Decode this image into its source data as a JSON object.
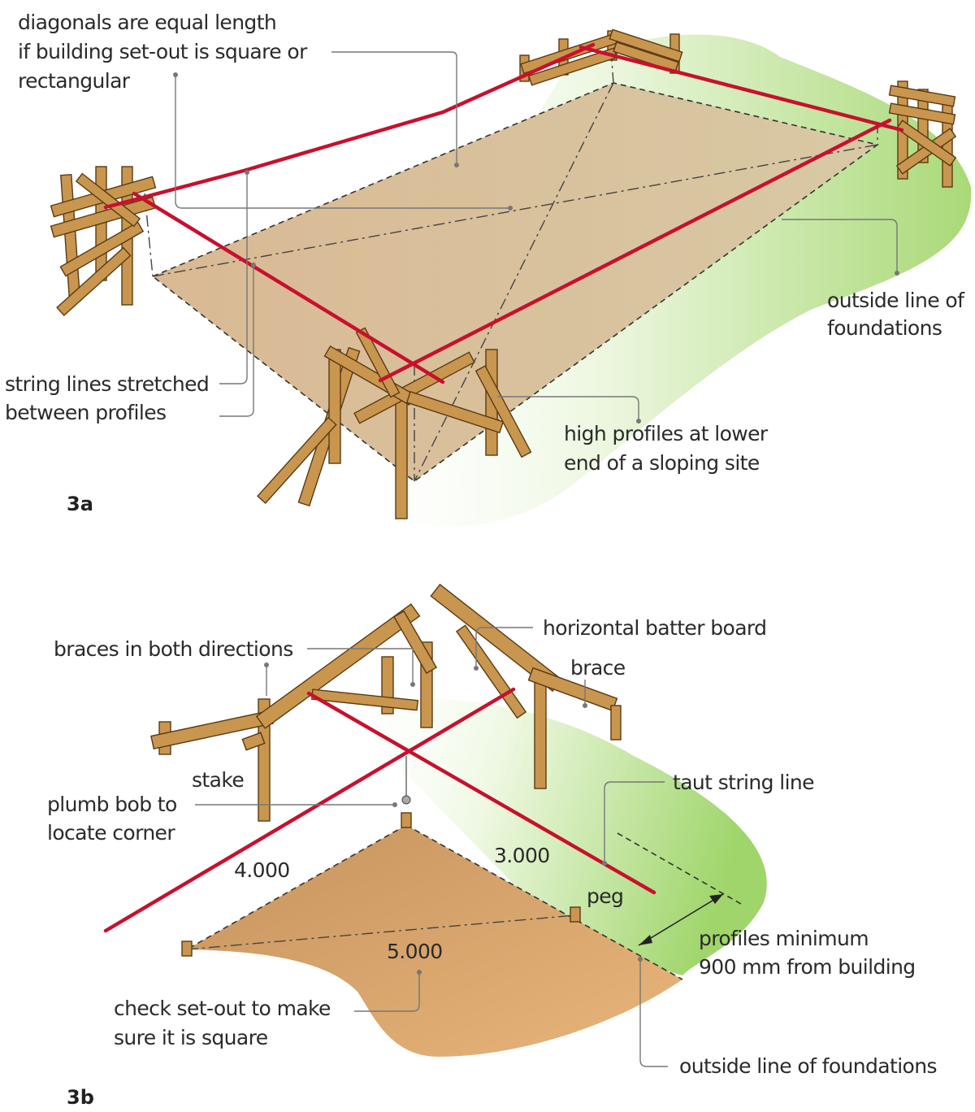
{
  "figure_3a": {
    "tag": "3a",
    "labels": {
      "diagonals": [
        "diagonals are equal length",
        "if building set-out is square or",
        "rectangular"
      ],
      "outside_line": [
        "outside line of",
        "foundations"
      ],
      "string_lines": [
        "string lines stretched",
        "between profiles"
      ],
      "high_profiles": [
        "high profiles at lower",
        "end of a sloping site"
      ]
    }
  },
  "figure_3b": {
    "tag": "3b",
    "labels": {
      "horizontal_batter_board": "horizontal batter board",
      "braces_both": "braces in both directions",
      "brace": "brace",
      "stake": "stake",
      "plumb_bob": [
        "plumb bob to",
        "locate corner"
      ],
      "taut_string": "taut string line",
      "peg": "peg",
      "profiles_minimum": [
        "profiles minimum",
        "900 mm from building"
      ],
      "check_setout": [
        "check set-out to make",
        "sure it is square"
      ],
      "outside_line": "outside line of foundations"
    },
    "dimensions": {
      "side_a": "4.000",
      "side_b": "3.000",
      "hypotenuse": "5.000"
    }
  },
  "colors": {
    "string_line": "#c8102e",
    "timber": "#c9964f",
    "timber_edge": "#5a3a12",
    "ground_green": "#b8e08a",
    "soil": "#d9b48c"
  }
}
